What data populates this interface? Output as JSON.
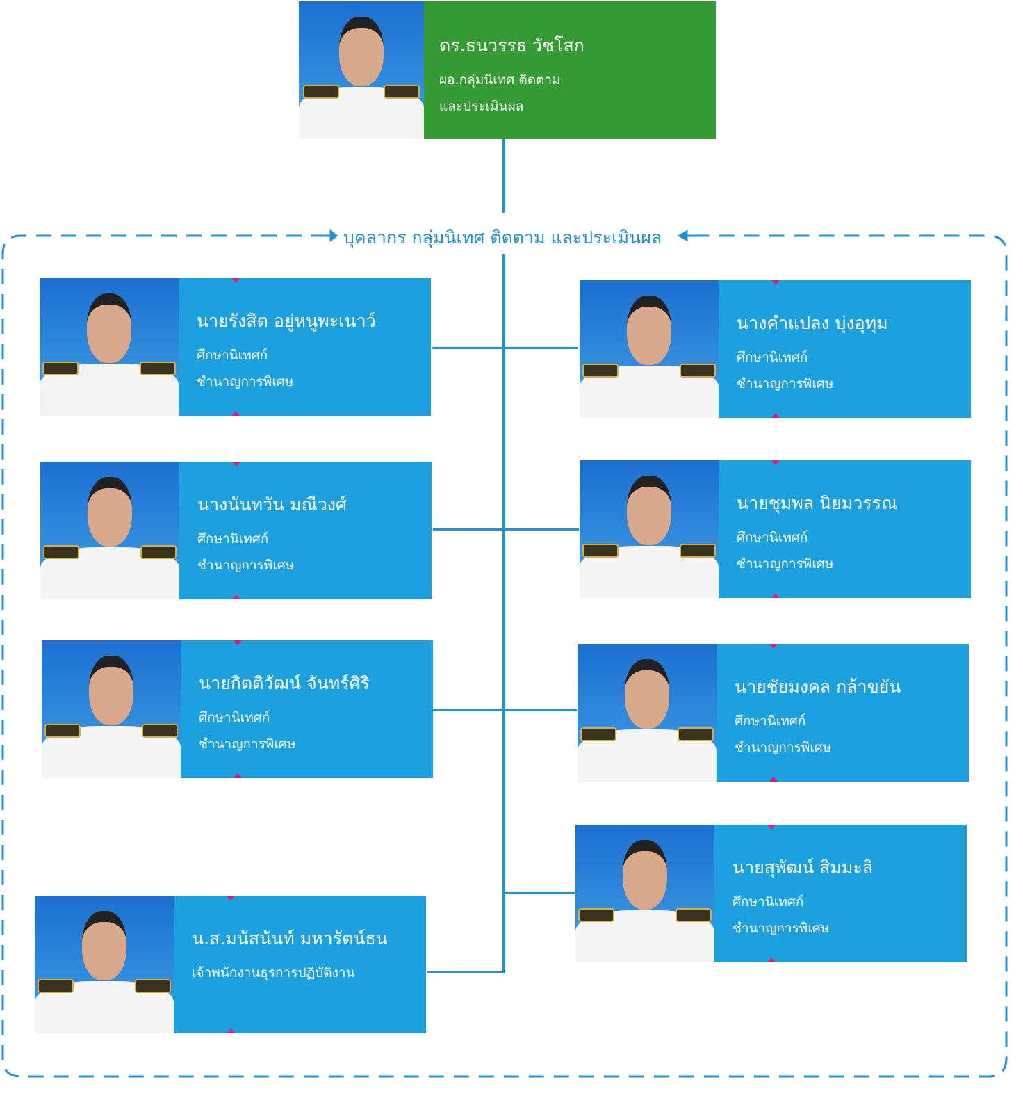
{
  "director": {
    "name": "ดร.ธนวรรธ วัชโสก",
    "role_line1": "ผอ.กลุ่มนิเทศ ติดตาม",
    "role_line2": "และประเมินผล"
  },
  "section_title": "บุคลากร กลุ่มนิเทศ ติดตาม และประเมินผล",
  "staff_left": [
    {
      "name": "นายรังสิต อยู่หนูพะเนาว์",
      "role1": "ศึกษานิเทศก์",
      "role2": "ชำนาญการพิเศษ"
    },
    {
      "name": "นางนันทวัน  มณีวงศ์",
      "role1": "ศึกษานิเทศก์",
      "role2": "ชำนาญการพิเศษ"
    },
    {
      "name": "นายกิตติวัฒน์  จันทร์ศิริ",
      "role1": "ศึกษานิเทศก์",
      "role2": "ชำนาญการพิเศษ"
    },
    {
      "name": "น.ส.มนัสนันท์ มหารัตน์ธน",
      "role1": "เจ้าพนักงานธุรการปฏิบัติงาน"
    }
  ],
  "staff_right": [
    {
      "name": "นางคำแปลง บุ่งอุทุม",
      "role1": "ศึกษานิเทศก์",
      "role2": "ชำนาญการพิเศษ"
    },
    {
      "name": "นายชุมพล  นิยมวรรณ",
      "role1": "ศึกษานิเทศก์",
      "role2": "ชำนาญการพิเศษ"
    },
    {
      "name": "นายชัยมงคล  กล้าขยัน",
      "role1": "ศึกษานิเทศก์",
      "role2": "ชำนาญการพิเศษ"
    },
    {
      "name": "นายสุพัฒน์ สิมมะลิ",
      "role1": "ศึกษานิเทศก์",
      "role2": "ชำนาญการพิเศษ"
    }
  ],
  "colors": {
    "director": "#359c35",
    "staff": "#1da0e0",
    "line": "#1d92d6",
    "accent": "#e0197f"
  }
}
